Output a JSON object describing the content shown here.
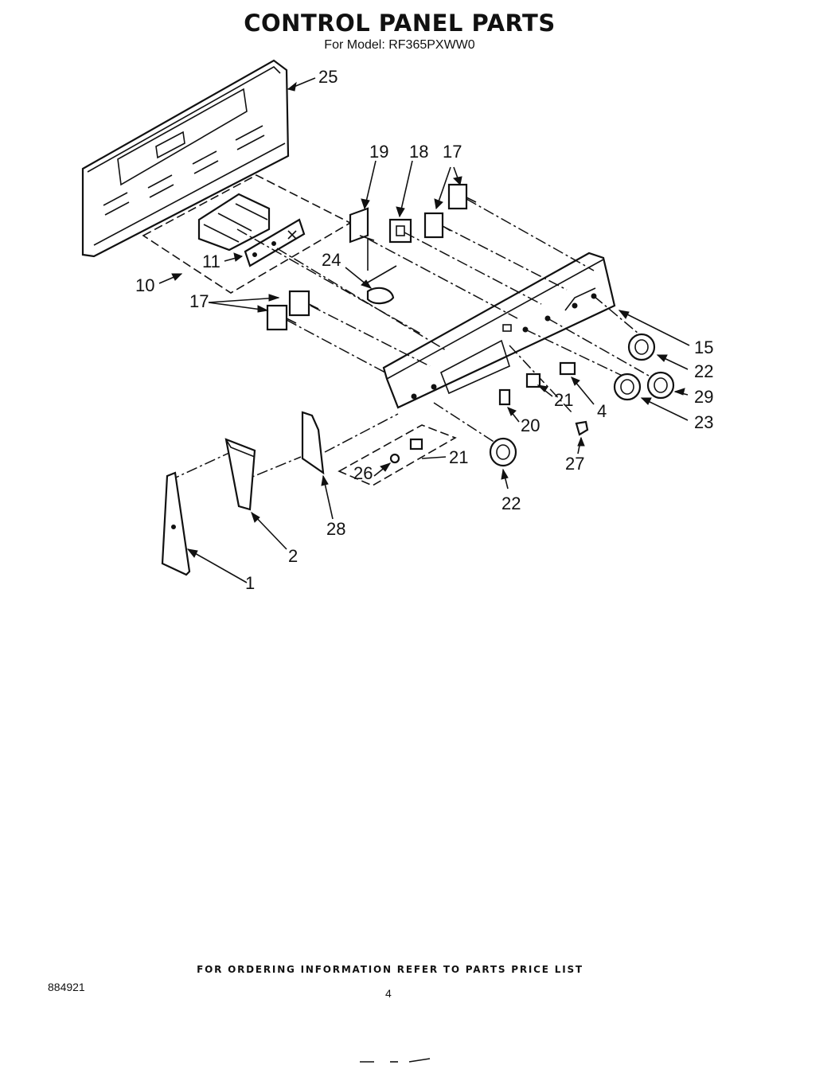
{
  "header": {
    "title": "CONTROL PANEL PARTS",
    "subtitle": "For Model: RF365PXWW0"
  },
  "callouts": [
    {
      "id": "25",
      "label": "25"
    },
    {
      "id": "19",
      "label": "19"
    },
    {
      "id": "18",
      "label": "18"
    },
    {
      "id": "17a",
      "label": "17"
    },
    {
      "id": "11",
      "label": "11"
    },
    {
      "id": "10",
      "label": "10"
    },
    {
      "id": "24",
      "label": "24"
    },
    {
      "id": "17b",
      "label": "17"
    },
    {
      "id": "15",
      "label": "15"
    },
    {
      "id": "22a",
      "label": "22"
    },
    {
      "id": "29",
      "label": "29"
    },
    {
      "id": "21a",
      "label": "21"
    },
    {
      "id": "4",
      "label": "4"
    },
    {
      "id": "23",
      "label": "23"
    },
    {
      "id": "20",
      "label": "20"
    },
    {
      "id": "27",
      "label": "27"
    },
    {
      "id": "21b",
      "label": "21"
    },
    {
      "id": "26",
      "label": "26"
    },
    {
      "id": "22b",
      "label": "22"
    },
    {
      "id": "28",
      "label": "28"
    },
    {
      "id": "2",
      "label": "2"
    },
    {
      "id": "1",
      "label": "1"
    }
  ],
  "footer": {
    "note": "FOR ORDERING INFORMATION REFER TO PARTS PRICE LIST",
    "doc_number": "884921",
    "page_number": "4"
  }
}
